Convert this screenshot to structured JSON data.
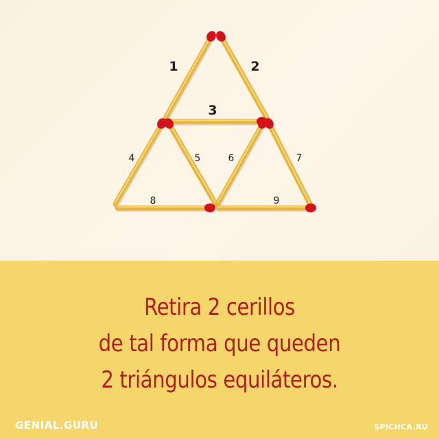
{
  "puzzle": {
    "matches": [
      {
        "number": "1"
      },
      {
        "number": "2"
      },
      {
        "number": "3"
      },
      {
        "number": "4"
      },
      {
        "number": "5"
      },
      {
        "number": "6"
      },
      {
        "number": "7"
      },
      {
        "number": "8"
      },
      {
        "number": "9"
      }
    ]
  },
  "question": {
    "lines": [
      "Retira 2 cerillos",
      "de tal forma que queden",
      "2 triángulos equiláteros."
    ]
  },
  "branding": {
    "left": "GENIAL.GURU",
    "right": "SPICHCA.RU"
  },
  "colors": {
    "match_stick": "#e8b53a",
    "match_head": "#d4121b",
    "caption_background": "#f5d66a",
    "question_text": "#b21e1e"
  }
}
